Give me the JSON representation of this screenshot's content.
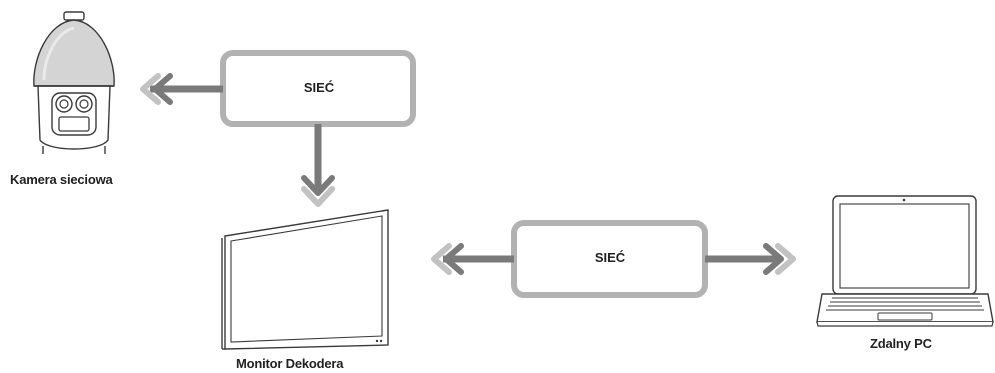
{
  "diagram": {
    "network_box_top": {
      "label": "SIEĆ"
    },
    "network_box_bottom": {
      "label": "SIEĆ"
    },
    "camera": {
      "label": "Kamera sieciowa",
      "icon": "ptz-camera-icon"
    },
    "monitor": {
      "label": "Monitor Dekodera",
      "icon": "monitor-icon"
    },
    "pc": {
      "label": "Zdalny PC",
      "icon": "laptop-icon"
    }
  },
  "colors": {
    "box_border": "#b2b2b2",
    "arrow_dark": "#7a7a7a",
    "arrow_light": "#c2c2c2",
    "device_line": "#3a3a3a"
  }
}
